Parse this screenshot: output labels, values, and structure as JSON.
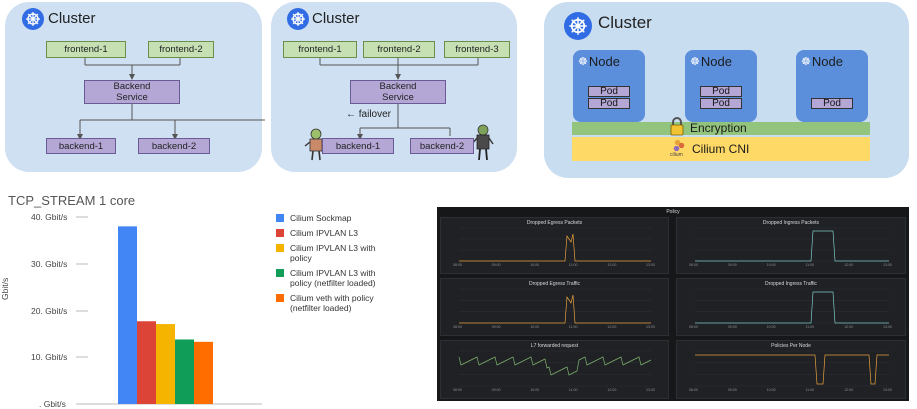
{
  "diagram_a": {
    "title": "Cluster",
    "frontends": [
      "frontend-1",
      "frontend-2"
    ],
    "service": "Backend\nService",
    "backends": [
      "backend-1",
      "backend-2"
    ]
  },
  "diagram_b": {
    "title": "Cluster",
    "frontends": [
      "frontend-1",
      "frontend-2",
      "frontend-3"
    ],
    "service": "Backend\nService",
    "failover": "← failover",
    "backends": [
      "backend-1",
      "backend-2"
    ]
  },
  "diagram_c": {
    "title": "Cluster",
    "nodes": [
      {
        "label": "Node",
        "pods": [
          "Pod",
          "Pod"
        ]
      },
      {
        "label": "Node",
        "pods": [
          "Pod",
          "Pod"
        ]
      },
      {
        "label": "Node",
        "pods": [
          "Pod"
        ]
      }
    ],
    "encryption": "Encryption",
    "cni": "Cilium CNI",
    "cilium_logo_text": "cilium"
  },
  "chart_data": {
    "type": "bar",
    "title": "TCP_STREAM 1 core",
    "ylabel": "Gbit/s",
    "ylim": [
      0,
      40
    ],
    "yticks": [
      "40. Gbit/s",
      "30. Gbit/s",
      "20. Gbit/s",
      "10. Gbit/s",
      ". Gbit/s"
    ],
    "series": [
      {
        "name": "Cilium Sockmap",
        "value": 38.0,
        "color": "#4285f4"
      },
      {
        "name": "Cilium IPVLAN L3",
        "value": 17.7,
        "color": "#db4437"
      },
      {
        "name": "Cilium IPVLAN L3 with policy",
        "value": 17.1,
        "color": "#f4b400"
      },
      {
        "name": "Cilium IPVLAN L3 with policy (netfilter loaded)",
        "value": 13.8,
        "color": "#0f9d58"
      },
      {
        "name": "Cilium veth with policy (netfilter loaded)",
        "value": 13.3,
        "color": "#ff6d00"
      }
    ]
  },
  "dashboard": {
    "title": "Policy",
    "panels": [
      {
        "title": "Dropped Egress Packets",
        "times": [
          "08:00",
          "09:00",
          "10:00",
          "11:00",
          "12:00",
          "13:00"
        ]
      },
      {
        "title": "Dropped Ingress Packets",
        "times": [
          "08:00",
          "09:00",
          "10:00",
          "11:00",
          "12:00",
          "13:00"
        ]
      },
      {
        "title": "Dropped Egress Traffic",
        "times": [
          "08:00",
          "09:00",
          "10:00",
          "11:00",
          "12:00",
          "13:00"
        ]
      },
      {
        "title": "Dropped Ingress Traffic",
        "times": [
          "08:00",
          "09:00",
          "10:00",
          "11:00",
          "12:00",
          "13:00"
        ]
      },
      {
        "title": "L7 forwarded request",
        "times": [
          "08:00",
          "09:00",
          "10:00",
          "11:00",
          "12:00",
          "13:00"
        ]
      },
      {
        "title": "Policies Per Node",
        "times": [
          "08:00",
          "09:00",
          "10:00",
          "11:00",
          "12:00",
          "13:00"
        ]
      }
    ]
  }
}
